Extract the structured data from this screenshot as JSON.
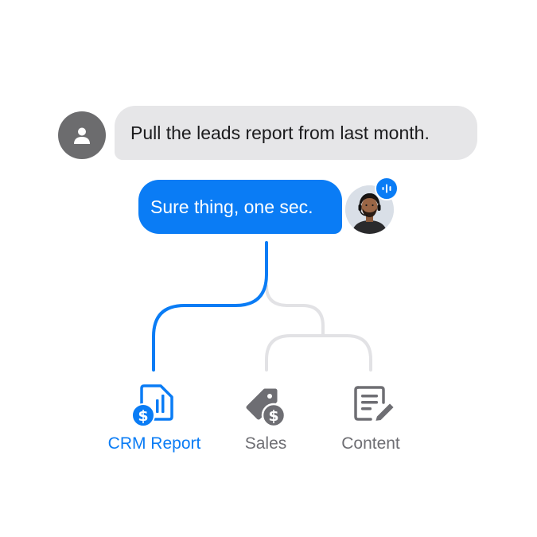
{
  "conversation": {
    "user_message": "Pull the leads report from last month.",
    "agent_reply": "Sure thing, one sec."
  },
  "options": [
    {
      "label": "CRM Report",
      "icon": "crm-report-icon",
      "active": true
    },
    {
      "label": "Sales",
      "icon": "sales-tag-icon",
      "active": false
    },
    {
      "label": "Content",
      "icon": "content-edit-icon",
      "active": false
    }
  ],
  "colors": {
    "accent": "#0a7cf5",
    "inactive": "#6e6e73",
    "connector_inactive": "#e2e2e5",
    "user_bubble": "#e6e6e8",
    "user_avatar": "#6c6c6e"
  }
}
